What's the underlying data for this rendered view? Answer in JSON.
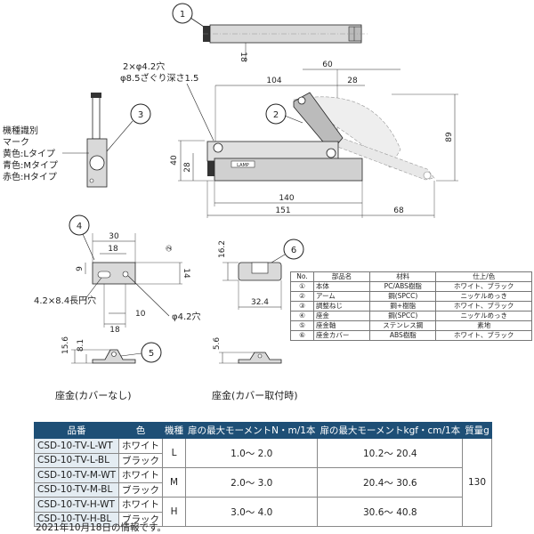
{
  "top_view": {
    "callout": "1",
    "dim_thickness": "18"
  },
  "side_view": {
    "hole_note_1": "2×φ4.2穴",
    "hole_note_2": "φ8.5ざぐり深さ1.5",
    "callout": "2",
    "dim_104": "104",
    "dim_60": "60",
    "dim_28": "28",
    "dim_89": "89",
    "dim_40": "40",
    "dim_28b": "28",
    "dim_140": "140",
    "dim_151": "151",
    "dim_68": "68",
    "brand_label": "LAMP"
  },
  "end_view": {
    "callout": "3",
    "marking_title_1": "機種識別",
    "marking_title_2": "マーク",
    "marking_l": "黄色:Lタイプ",
    "marking_m": "青色:Mタイプ",
    "marking_h": "赤色:Hタイプ"
  },
  "base_plate": {
    "callout_top": "4",
    "callout_bottom": "5",
    "dim_30": "30",
    "dim_18": "18",
    "dim_2": "②",
    "dim_9": "9",
    "dim_14": "14",
    "slot_note": "4.2×8.4長円穴",
    "dim_10": "10",
    "dim_18b": "18",
    "hole_note": "φ4.2穴",
    "dim_156": "15.6",
    "dim_81": "8.1",
    "caption": "座金(カバーなし)"
  },
  "cover_plate": {
    "callout": "6",
    "dim_162": "16.2",
    "dim_324": "32.4",
    "dim_56": "5.6",
    "caption": "座金(カバー取付時)"
  },
  "parts_table": {
    "headers": [
      "No.",
      "部品名",
      "材料",
      "仕上/色"
    ],
    "rows": [
      [
        "①",
        "本体",
        "PC/ABS樹脂",
        "ホワイト、ブラック"
      ],
      [
        "②",
        "アーム",
        "鋼(SPCC)",
        "ニッケルめっき"
      ],
      [
        "③",
        "調整ねじ",
        "鋼+樹脂",
        "ホワイト、ブラック"
      ],
      [
        "④",
        "座金",
        "鋼(SPCC)",
        "ニッケルめっき"
      ],
      [
        "⑤",
        "座金軸",
        "ステンレス鋼",
        "素地"
      ],
      [
        "⑥",
        "座金カバー",
        "ABS樹脂",
        "ホワイト、ブラック"
      ]
    ]
  },
  "spec_table": {
    "headers": [
      "品番",
      "色",
      "機種",
      "扉の最大モーメントN・m/1本",
      "扉の最大モーメントkgf・cm/1本",
      "質量g"
    ],
    "rows": [
      {
        "part": "CSD-10-TV-L-WT",
        "color": "ホワイト"
      },
      {
        "part": "CSD-10-TV-L-BL",
        "color": "ブラック"
      },
      {
        "part": "CSD-10-TV-M-WT",
        "color": "ホワイト"
      },
      {
        "part": "CSD-10-TV-M-BL",
        "color": "ブラック"
      },
      {
        "part": "CSD-10-TV-H-WT",
        "color": "ホワイト"
      },
      {
        "part": "CSD-10-TV-H-BL",
        "color": "ブラック"
      }
    ],
    "groups": [
      {
        "type": "L",
        "nm": "1.0〜 2.0",
        "kgf": "10.2〜 20.4"
      },
      {
        "type": "M",
        "nm": "2.0〜 3.0",
        "kgf": "20.4〜 30.6"
      },
      {
        "type": "H",
        "nm": "3.0〜 4.0",
        "kgf": "30.6〜 40.8"
      }
    ],
    "mass": "130"
  },
  "footnote": "2021年10月18日の情報です。"
}
